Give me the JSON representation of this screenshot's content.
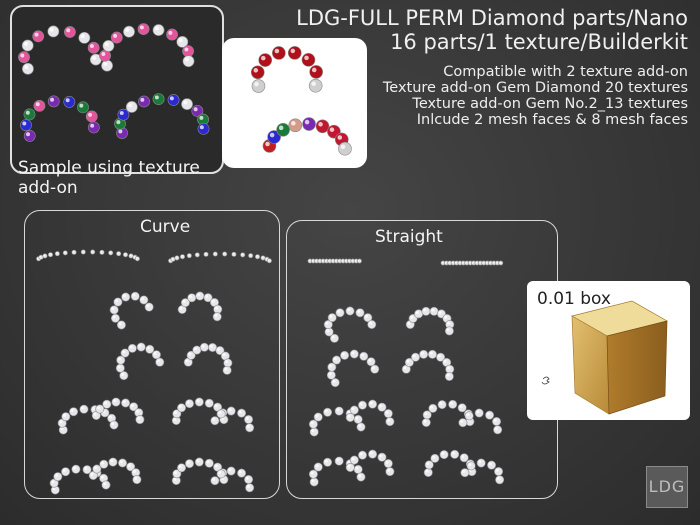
{
  "header": {
    "title_line1": "LDG-FULL PERM Diamond parts/Nano",
    "title_line2": "16 parts/1 texture/Builderkit",
    "features": [
      "Compatible with 2 texture add-on",
      "Texture add-on Gem Diamond 20 textures",
      "Texture add-on Gem No.2_13 textures",
      "Inlcude 2 mesh faces & 8 mesh faces"
    ]
  },
  "sample": {
    "caption_line1": "Sample using texture",
    "caption_line2": "add-on"
  },
  "panels": {
    "curve_label": "Curve",
    "straight_label": "Straight"
  },
  "box": {
    "label": "0.01 box"
  },
  "logo": {
    "text": "LDG"
  },
  "colors": {
    "background": "#3a3a3a",
    "diamond": "#e6e6ea",
    "pink_gem": "#e2559b",
    "red_gem": "#b0101a",
    "blue_gem": "#2a2ad0",
    "green_gem": "#1a7a3a",
    "purple_gem": "#7a2ab0",
    "wood": "#d8b25a"
  }
}
